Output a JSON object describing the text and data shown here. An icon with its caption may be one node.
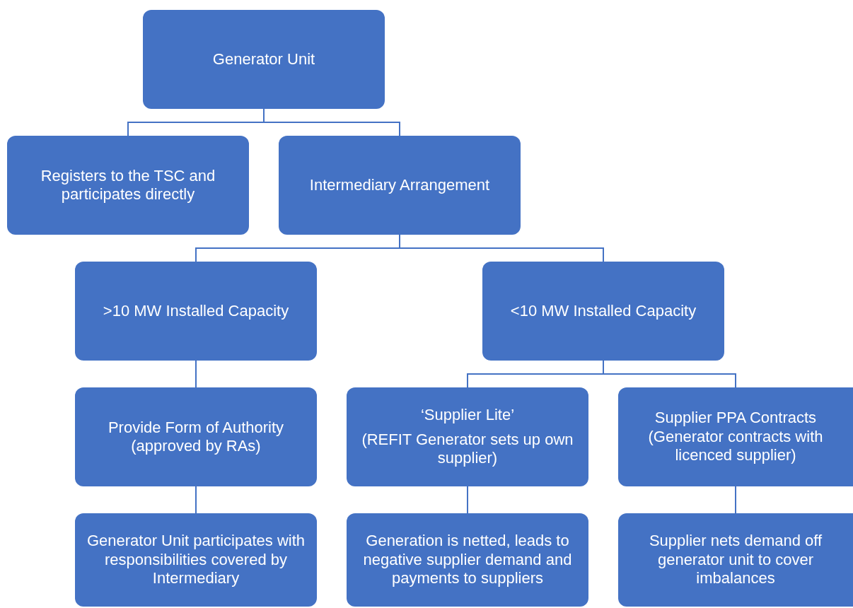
{
  "diagram": {
    "nodes": [
      {
        "text": [
          "Generator Unit"
        ]
      },
      {
        "text": [
          "Registers to the TSC and participates directly"
        ]
      },
      {
        "text": [
          "Intermediary Arrangement"
        ]
      },
      {
        "text": [
          ">10 MW Installed Capacity"
        ]
      },
      {
        "text": [
          "<10 MW Installed Capacity"
        ]
      },
      {
        "text": [
          "Provide Form of Authority (approved by RAs)"
        ]
      },
      {
        "text": [
          "‘Supplier Lite’",
          "(REFIT Generator sets up own supplier)"
        ]
      },
      {
        "text": [
          "Supplier PPA Contracts (Generator contracts with licenced supplier)"
        ]
      },
      {
        "text": [
          "Generator Unit participates with responsibilities covered by Intermediary"
        ]
      },
      {
        "text": [
          "Generation is netted, leads to negative supplier demand and payments to suppliers"
        ]
      },
      {
        "text": [
          "Supplier nets demand off generator unit to cover imbalances"
        ]
      }
    ],
    "edges": [
      {
        "from": 0,
        "to": 1,
        "arrow": "none"
      },
      {
        "from": 0,
        "to": 2,
        "arrow": "none"
      },
      {
        "from": 2,
        "to": 3,
        "arrow": "none"
      },
      {
        "from": 2,
        "to": 4,
        "arrow": "none"
      },
      {
        "from": 3,
        "to": 5,
        "arrow": "none"
      },
      {
        "from": 4,
        "to": 6,
        "arrow": "none"
      },
      {
        "from": 4,
        "to": 7,
        "arrow": "none"
      },
      {
        "from": 5,
        "to": 8,
        "arrow": "none"
      },
      {
        "from": 6,
        "to": 9,
        "arrow": "none"
      },
      {
        "from": 7,
        "to": 10,
        "arrow": "none"
      }
    ]
  }
}
